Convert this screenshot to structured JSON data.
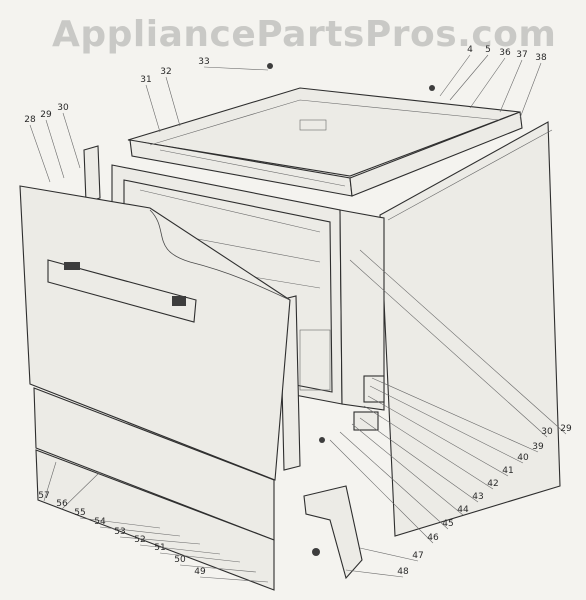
{
  "watermark": "AppliancePartsPros.com",
  "callouts": [
    "4",
    "5",
    "36",
    "37",
    "38",
    "31",
    "32",
    "33",
    "28",
    "29",
    "30",
    "30",
    "29",
    "39",
    "40",
    "41",
    "42",
    "43",
    "44",
    "45",
    "46",
    "47",
    "48",
    "49",
    "50",
    "51",
    "52",
    "53",
    "54",
    "55",
    "56",
    "57"
  ],
  "colors": {
    "background": "#f4f3ef",
    "line": "#2e2e2e",
    "watermark": "#c9c9c6"
  }
}
